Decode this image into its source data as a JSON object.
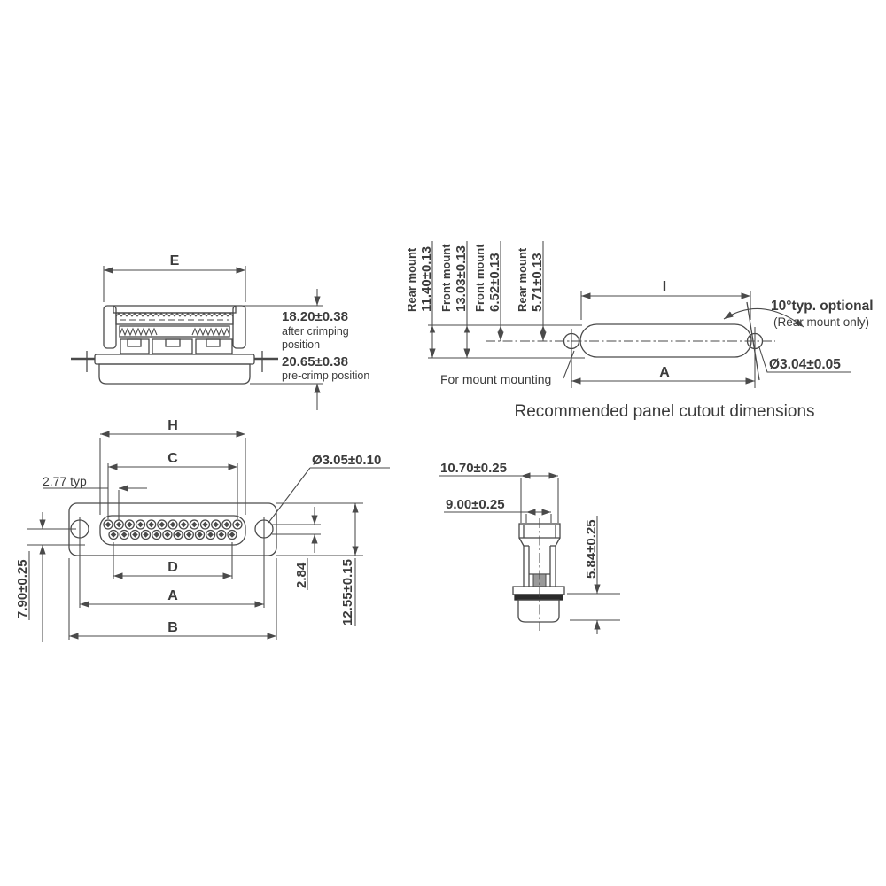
{
  "drawing": {
    "caption": "Recommended panel cutout dimensions",
    "colors": {
      "line": "#4a4a4a",
      "text": "#3b3b3b",
      "gasket": "#2b2b2b",
      "hatch_fill": "#9a9a9a",
      "background": "#ffffff"
    },
    "crimp_side_view": {
      "dim_width": "E",
      "after_crimp_value": "18.20±0.38",
      "after_crimp_note_1": "after crimping",
      "after_crimp_note_2": "position",
      "pre_crimp_value": "20.65±0.38",
      "pre_crimp_note": "pre-crimp position"
    },
    "panel_cutout_view": {
      "mount_dims": [
        {
          "label": "Rear mount",
          "value": "11.40±0.13"
        },
        {
          "label": "Front mount",
          "value": "13.03±0.13"
        },
        {
          "label": "Front mount",
          "value": "6.52±0.13"
        },
        {
          "label": "Rear mount",
          "value": "5.71±0.13"
        }
      ],
      "dim_cutout_width": "I",
      "dim_hole_span": "A",
      "angle_note": "10°typ. optional",
      "angle_note_2": "(Rear mount only)",
      "hole_diameter": "Ø3.04±0.05",
      "mount_note": "For mount mounting"
    },
    "front_view": {
      "dim_shell_width": "H",
      "dim_pin_span": "C",
      "pin_pitch": "2.77 typ",
      "hole_diameter": "Ø3.05±0.10",
      "dim_lower_pin_span": "D",
      "dim_hole_span": "A",
      "dim_body_width": "B",
      "dim_flange": "7.90±0.25",
      "row_spacing": "2.84",
      "dim_body_height": "12.55±0.15"
    },
    "side_view": {
      "dim_outer_width": "10.70±0.25",
      "dim_inner_width": "9.00±0.25",
      "dim_lower_height": "5.84±0.25"
    }
  }
}
